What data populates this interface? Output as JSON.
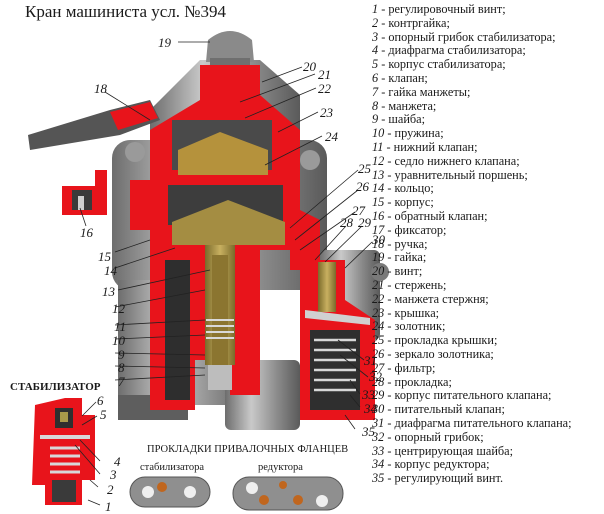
{
  "title": "Кран машиниста усл. №394",
  "legend": [
    {
      "num": "1",
      "text": "регулировочный винт;"
    },
    {
      "num": "2",
      "text": "контргайка;"
    },
    {
      "num": "3",
      "text": "опорный грибок стабилизатора;"
    },
    {
      "num": "4",
      "text": "диафрагма стабилизатора;"
    },
    {
      "num": "5",
      "text": "корпус стабилизатора;"
    },
    {
      "num": "6",
      "text": "клапан;"
    },
    {
      "num": "7",
      "text": "гайка манжеты;"
    },
    {
      "num": "8",
      "text": "манжета;"
    },
    {
      "num": "9",
      "text": "шайба;"
    },
    {
      "num": "10",
      "text": "пружина;"
    },
    {
      "num": "11",
      "text": "нижний клапан;"
    },
    {
      "num": "12",
      "text": "седло нижнего клапана;"
    },
    {
      "num": "13",
      "text": "уравнительный поршень;"
    },
    {
      "num": "14",
      "text": "кольцо;"
    },
    {
      "num": "15",
      "text": "корпус;"
    },
    {
      "num": "16",
      "text": "обратный клапан;"
    },
    {
      "num": "17",
      "text": "фиксатор;"
    },
    {
      "num": "18",
      "text": "ручка;"
    },
    {
      "num": "19",
      "text": "гайка;"
    },
    {
      "num": "20",
      "text": "винт;"
    },
    {
      "num": "21",
      "text": "стержень;"
    },
    {
      "num": "22",
      "text": "манжета стержня;"
    },
    {
      "num": "23",
      "text": "крышка;"
    },
    {
      "num": "24",
      "text": "золотник;"
    },
    {
      "num": "25",
      "text": "прокладка крышки;"
    },
    {
      "num": "26",
      "text": "зеркало золотника;"
    },
    {
      "num": "27",
      "text": "фильтр;"
    },
    {
      "num": "28",
      "text": "прокладка;"
    },
    {
      "num": "29",
      "text": "корпус питательного клапана;"
    },
    {
      "num": "30",
      "text": "питательный клапан;"
    },
    {
      "num": "31",
      "text": "диафрагма питательного клапана;"
    },
    {
      "num": "32",
      "text": "опорный грибок;"
    },
    {
      "num": "33",
      "text": "центрирующая шайба;"
    },
    {
      "num": "34",
      "text": "корпус редуктора;"
    },
    {
      "num": "35",
      "text": "регулирующий винт."
    }
  ],
  "callouts": {
    "c1": "1",
    "c2": "2",
    "c3": "3",
    "c4": "4",
    "c5": "5",
    "c6": "6",
    "c7": "7",
    "c8": "8",
    "c9": "9",
    "c10": "10",
    "c11": "11",
    "c12": "12",
    "c13": "13",
    "c14": "14",
    "c15": "15",
    "c16": "16",
    "c18": "18",
    "c19": "19",
    "c20": "20",
    "c21": "21",
    "c22": "22",
    "c23": "23",
    "c24": "24",
    "c25": "25",
    "c26": "26",
    "c27": "27",
    "c28": "28",
    "c29": "29",
    "c30": "30",
    "c31": "31",
    "c32": "32",
    "c33": "33",
    "c34": "34",
    "c35": "35"
  },
  "stabilizer_title": "СТАБИЛИЗАТОР",
  "gaskets": {
    "title": "ПРОКЛАДКИ ПРИВАЛОЧНЫХ ФЛАНЦЕВ",
    "stabilizer_label": "стабилизатора",
    "reducer_label": "редуктора"
  },
  "colors": {
    "cutaway_red": "#e8141b",
    "metal_gray": "#8e8e8e",
    "brass": "#a08a3a",
    "copper": "#c9762e"
  }
}
